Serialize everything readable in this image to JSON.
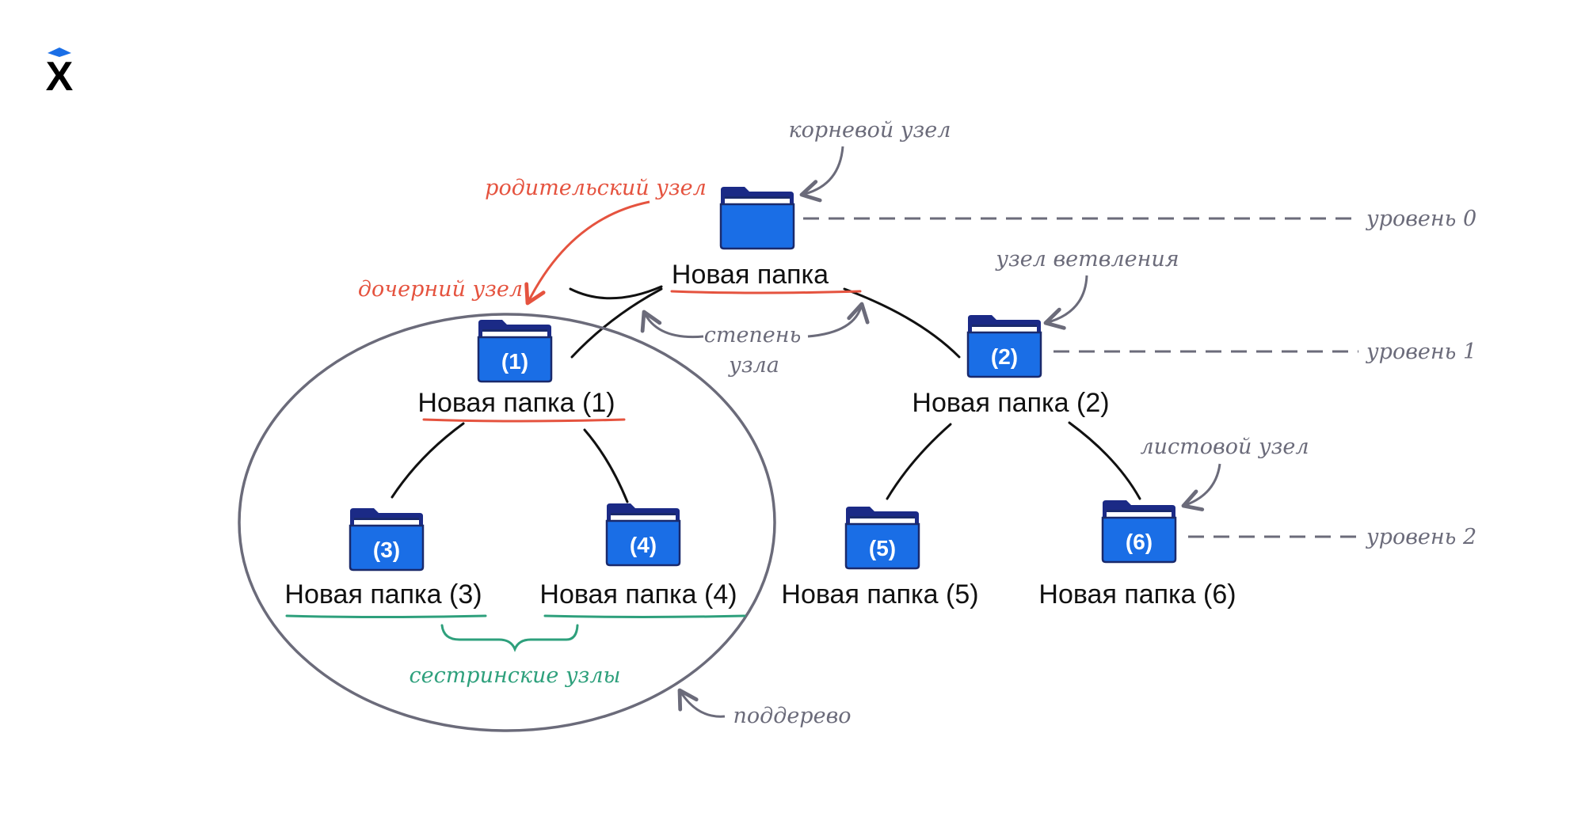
{
  "colors": {
    "folder_fill": "#1a6ee6",
    "folder_tab": "#1b2a86",
    "folder_outline": "#1a2a6c",
    "annotation_gray": "#6b6b7a",
    "annotation_red": "#e5533f",
    "annotation_green": "#2ea07c",
    "edge": "#111111",
    "logo_blue": "#1a6ee6"
  },
  "logo": {
    "icon": "x-logo-icon",
    "letter": "X"
  },
  "nodes": {
    "root": {
      "label": "Новая папка",
      "number": ""
    },
    "n1": {
      "label": "Новая папка (1)",
      "number": "(1)"
    },
    "n2": {
      "label": "Новая папка (2)",
      "number": "(2)"
    },
    "n3": {
      "label": "Новая папка (3)",
      "number": "(3)"
    },
    "n4": {
      "label": "Новая папка (4)",
      "number": "(4)"
    },
    "n5": {
      "label": "Новая папка (5)",
      "number": "(5)"
    },
    "n6": {
      "label": "Новая папка (6)",
      "number": "(6)"
    }
  },
  "annotations": {
    "root_node": "корневой узел",
    "parent_node": "родительский узел",
    "child_node": "дочерний узел",
    "branch_node": "узел ветвления",
    "node_degree_line1": "степень",
    "node_degree_line2": "узла",
    "leaf_node": "листовой узел",
    "sibling_nodes": "сестринские узлы",
    "subtree": "поддерево"
  },
  "levels": {
    "level0": "уровень 0",
    "level1": "уровень 1",
    "level2": "уровень 2"
  }
}
